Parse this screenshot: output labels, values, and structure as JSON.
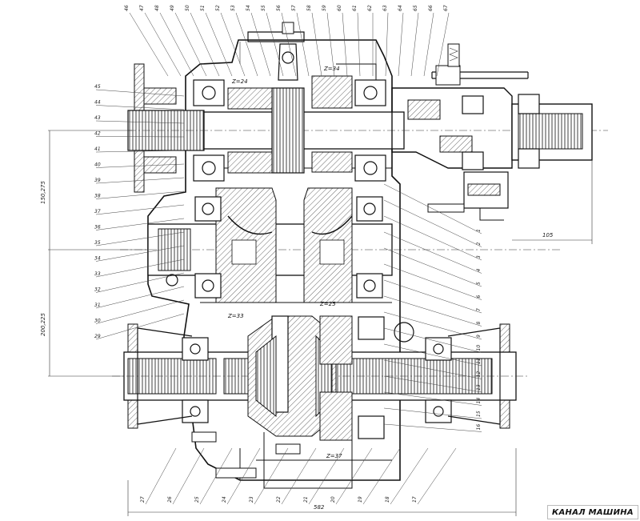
{
  "callouts_top": [
    "46",
    "47",
    "48",
    "49",
    "50",
    "51",
    "52",
    "53",
    "54",
    "55",
    "56",
    "57",
    "58",
    "59",
    "60",
    "61",
    "62",
    "63",
    "64",
    "65",
    "66",
    "67"
  ],
  "callouts_left": [
    "45",
    "44",
    "43",
    "42",
    "41",
    "40",
    "39",
    "38",
    "37",
    "36",
    "35",
    "34",
    "33",
    "32",
    "31",
    "30",
    "29"
  ],
  "callouts_right": [
    "1",
    "2",
    "3",
    "4",
    "5",
    "6",
    "7",
    "8",
    "9",
    "10",
    "11",
    "12",
    "13",
    "14",
    "15",
    "16"
  ],
  "callouts_bottom": [
    "27",
    "26",
    "25",
    "24",
    "23",
    "22",
    "21",
    "20",
    "19",
    "18",
    "17"
  ],
  "gear_labels": {
    "z124": "Z=24",
    "z134": "Z=34",
    "z25": "Z=25",
    "z33": "Z=33",
    "z37": "Z=37"
  },
  "dimensions": {
    "upper_vertical": "150,275",
    "lower_vertical": "200,225",
    "overall_length": "582",
    "right_offset": "105"
  },
  "brand": "КАНАЛ МАШИНА"
}
